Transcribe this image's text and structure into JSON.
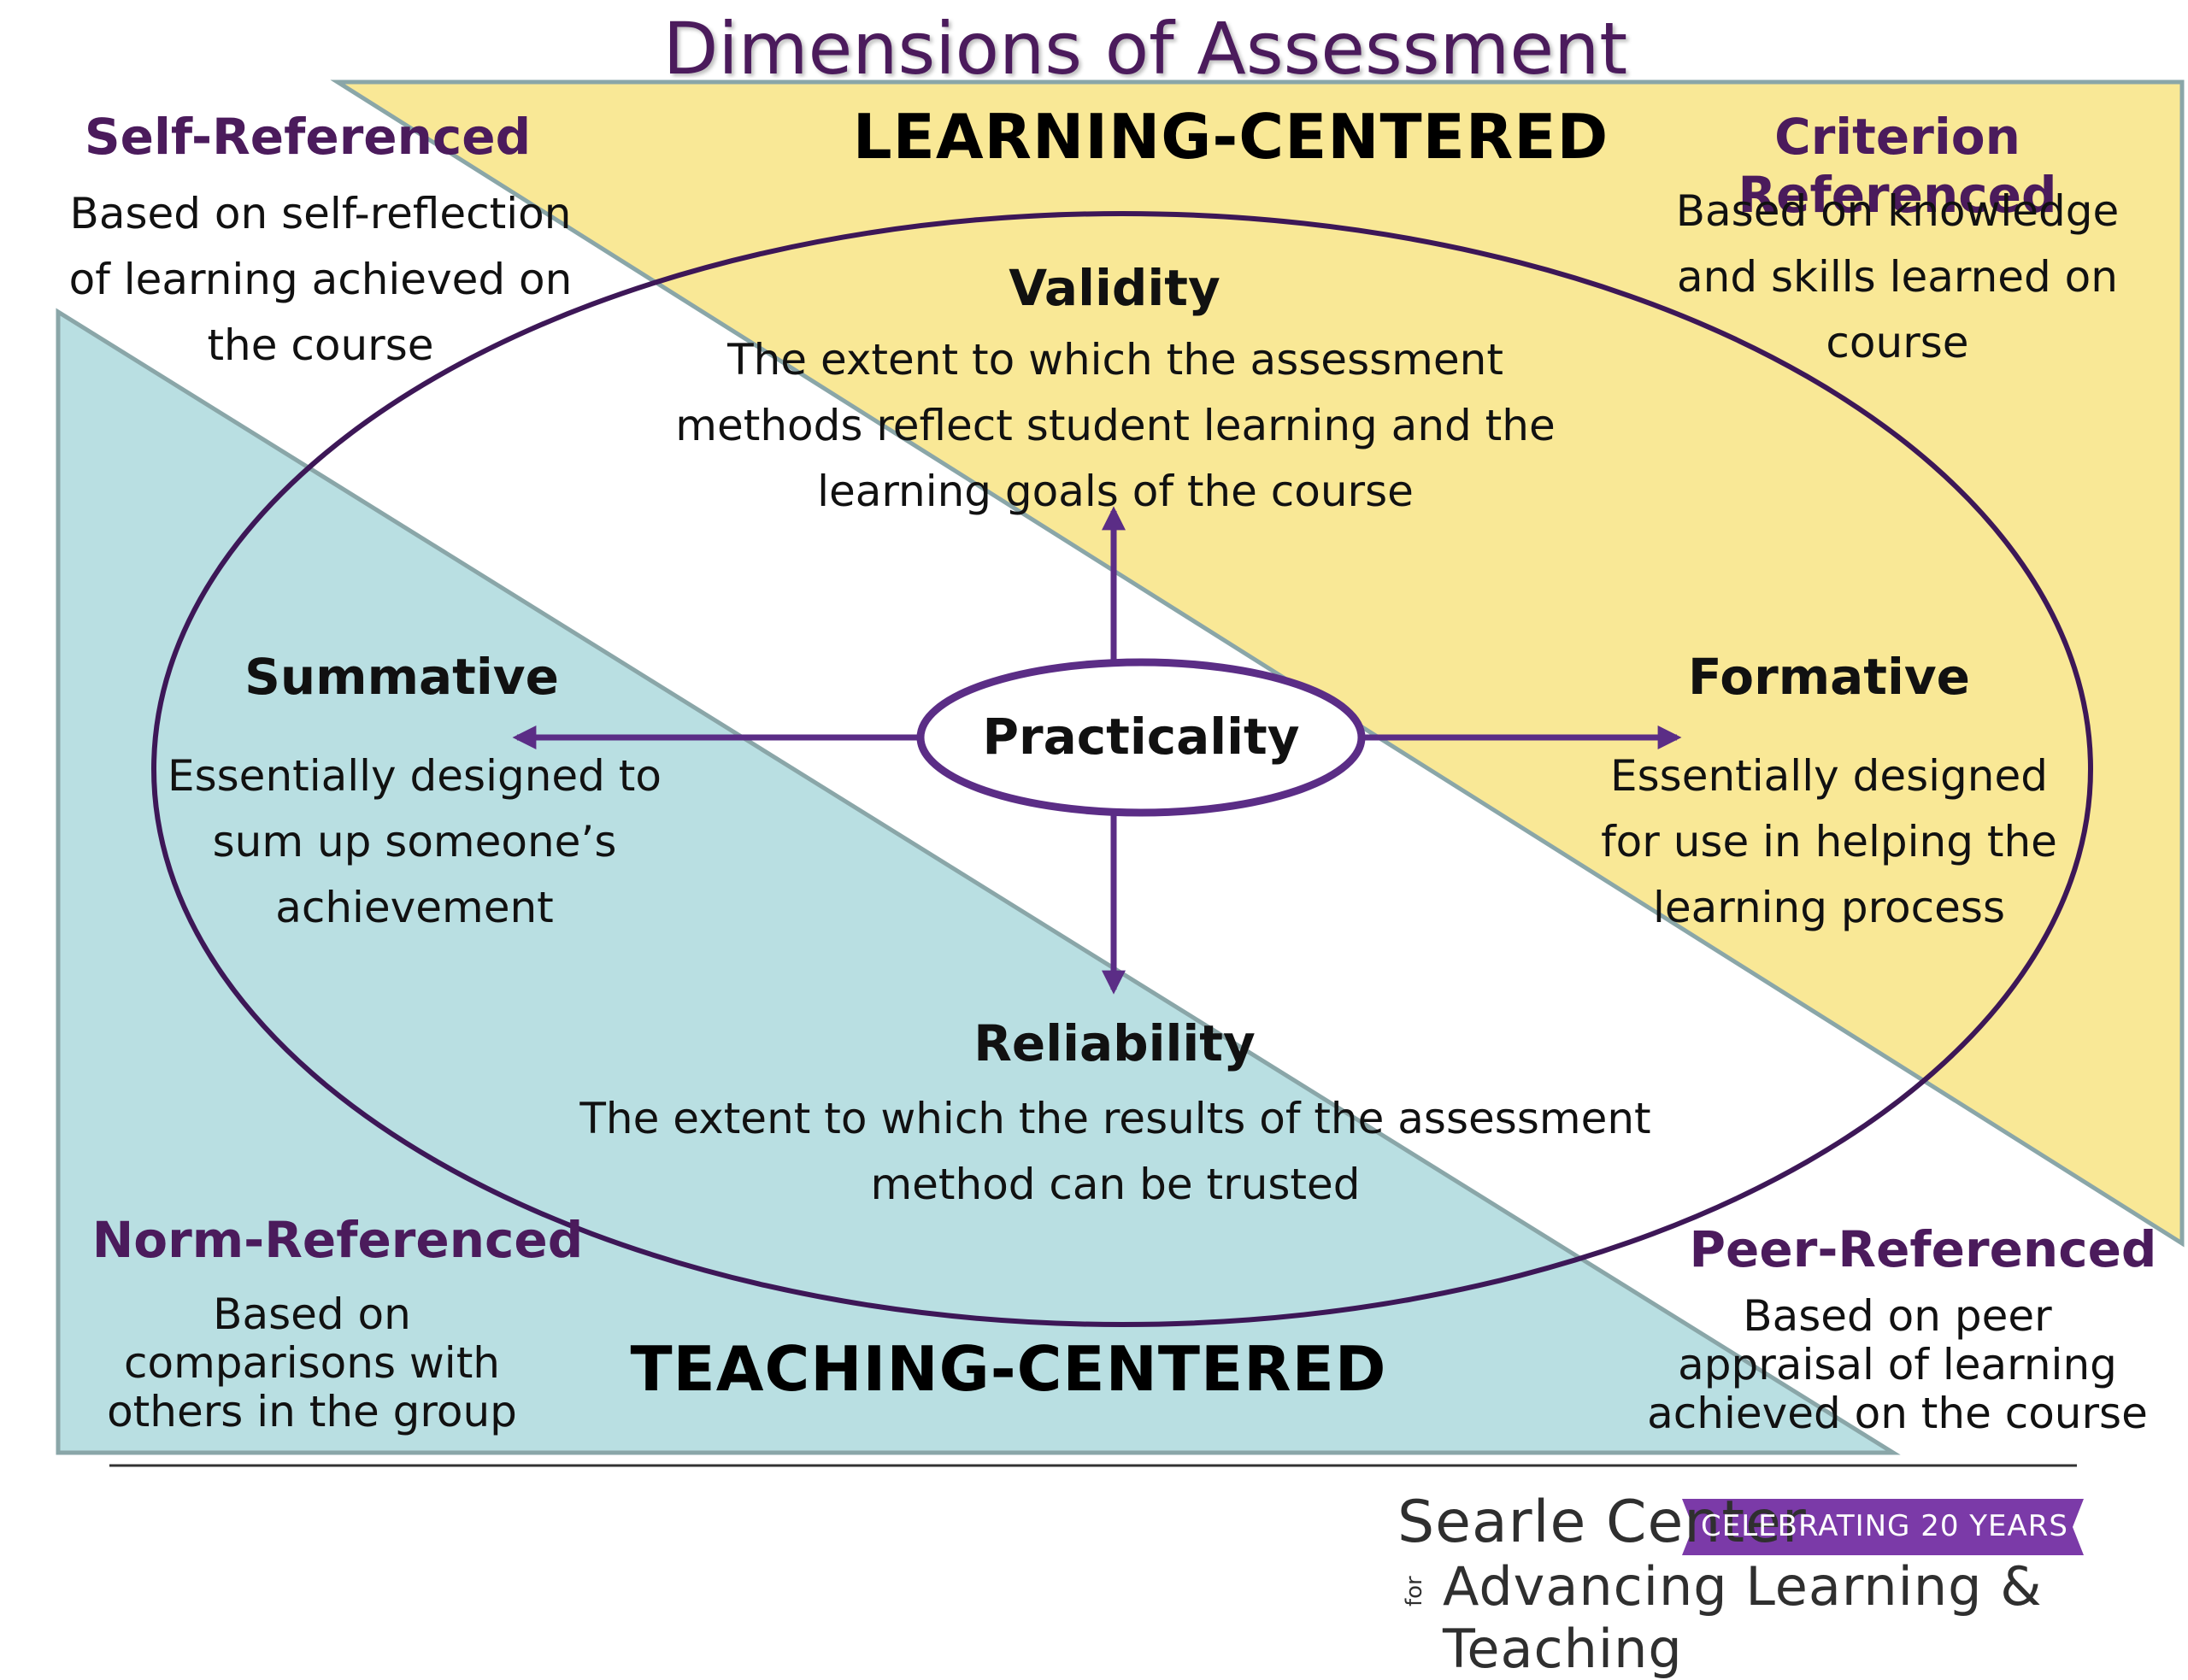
{
  "title": "Dimensions of Assessment",
  "zones": {
    "learning": "LEARNING-CENTERED",
    "teaching": "TEACHING-CENTERED"
  },
  "corners": {
    "self": {
      "heading": "Self-Referenced",
      "text": "Based on self-reflection\nof learning achieved on\nthe course"
    },
    "criterion": {
      "heading": "Criterion Referenced",
      "text": "Based on knowledge\nand skills learned on\ncourse"
    },
    "norm": {
      "heading": "Norm-Referenced",
      "text": "Based on\ncomparisons with\nothers in the group"
    },
    "peer": {
      "heading": "Peer-Referenced",
      "text": "Based on peer\nappraisal of learning\nachieved on the course"
    }
  },
  "dimensions": {
    "validity": {
      "heading": "Validity",
      "text": "The extent to which the assessment\nmethods reflect student learning and the\nlearning goals of the course"
    },
    "summative": {
      "heading": "Summative",
      "text": "Essentially designed to\nsum up someone’s\nachievement"
    },
    "formative": {
      "heading": "Formative",
      "text": "Essentially designed\nfor use in helping the\nlearning process"
    },
    "reliability": {
      "heading": "Reliability",
      "text": "The extent to which the results of the assessment\nmethod can be trusted"
    }
  },
  "center": "Practicality",
  "logo": {
    "name_line1": "Searle Center",
    "for_word": "for",
    "name_line2": "Advancing Learning & Teaching",
    "banner": "CELEBRATING 20 YEARS"
  },
  "colors": {
    "yellow_zone": "#f9e896",
    "teal_zone": "#b9dfe2",
    "zone_border": "#8aa6a8",
    "purple": "#4b1b5c",
    "ellipse_stroke": "#3d1757",
    "arrow_purple": "#5b2d86",
    "banner_purple": "#7b3aa8"
  }
}
